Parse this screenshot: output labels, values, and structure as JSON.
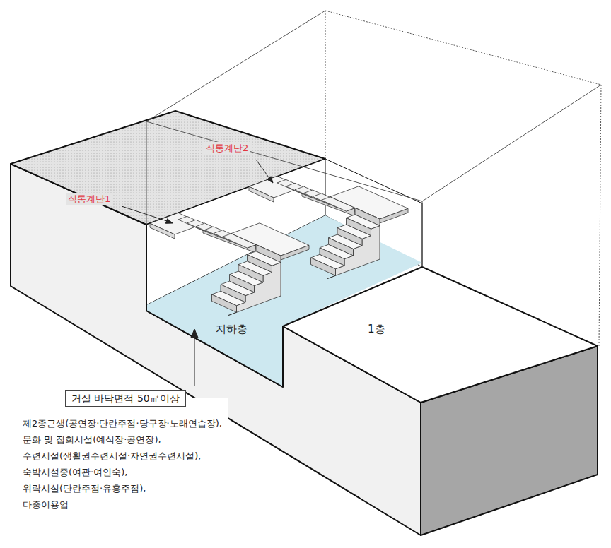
{
  "diagram": {
    "nodes": [
      {
        "text": [
          "거실 바닥면적 50㎡이상",
          "제2종근생(공연장·단란주점·당구장·노래연습장),",
          "문화 및 집회시설(예식장·공연장),",
          "수련시설(생활권수련시설·자연권수련시설),",
          "숙박시설중(여관·여인숙),",
          "위락시설(단란주점·유흥주점),",
          "다중이용업"
        ]
      }
    ],
    "labels": [
      "직통계단2",
      "직통계단1",
      "지하층",
      "1층"
    ]
  }
}
